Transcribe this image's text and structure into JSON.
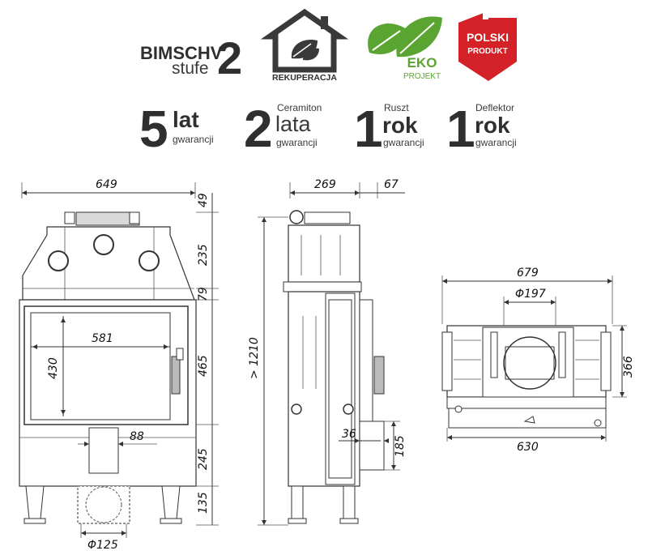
{
  "badges": {
    "bimschv_line1": "BIMSCHV",
    "bimschv_line2": "stufe",
    "bimschv_num": "2",
    "rekuperacja": "REKUPERACJA",
    "eko_line1": "EKO",
    "eko_line2": "PROJEKT",
    "polski_line1": "POLSKI",
    "polski_line2": "PRODUKT"
  },
  "warranties": [
    {
      "num": "5",
      "word": "lat",
      "sub": "gwarancji",
      "top": ""
    },
    {
      "num": "2",
      "word": "lata",
      "sub": "gwarancji",
      "top": "Ceramiton"
    },
    {
      "num": "1",
      "word": "rok",
      "sub": "gwarancji",
      "top": "Ruszt"
    },
    {
      "num": "1",
      "word": "rok",
      "sub": "gwarancji",
      "top": "Deflektor"
    }
  ],
  "dimensions": {
    "front_width": "649",
    "front_h1": "49",
    "front_h2": "235",
    "front_h3": "79",
    "front_h4": "465",
    "front_h5": "245",
    "front_h6": "135",
    "glass_w": "581",
    "glass_h": "430",
    "air_w": "88",
    "duct_d": "Φ125",
    "side_depth": "269",
    "side_offset": "67",
    "side_height": "> 1210",
    "side_36": "36",
    "side_185": "185",
    "top_width": "679",
    "top_flue": "Φ197",
    "top_depth": "366",
    "top_base": "630"
  },
  "colors": {
    "eko_green": "#5aa532",
    "polski_red": "#d42027",
    "text_dark": "#2f2f2f"
  }
}
